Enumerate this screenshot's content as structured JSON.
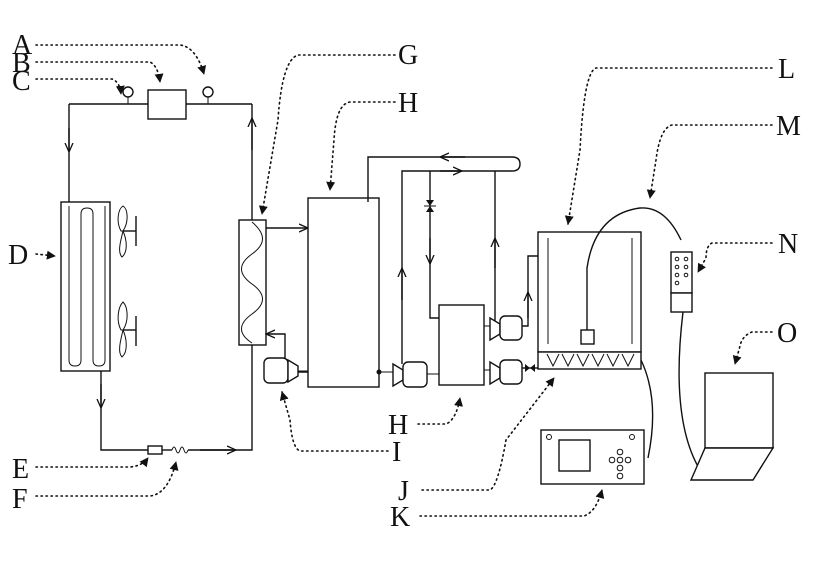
{
  "labels": {
    "A": "A",
    "B": "B",
    "C": "C",
    "D": "D",
    "E": "E",
    "F": "F",
    "G": "G",
    "H_top": "H",
    "H_bottom": "H",
    "I": "I",
    "J": "J",
    "K": "K",
    "L": "L",
    "M": "M",
    "N": "N",
    "O": "O"
  }
}
